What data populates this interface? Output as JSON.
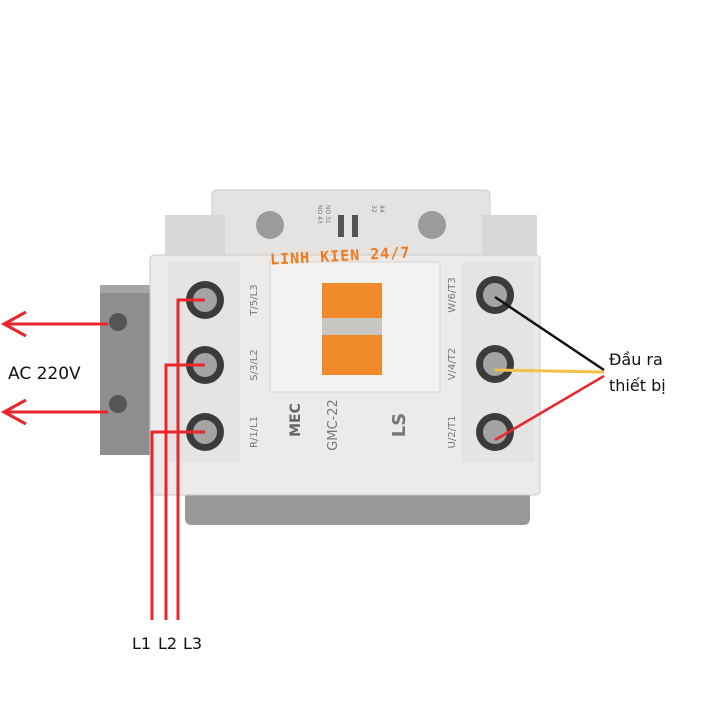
{
  "labels": {
    "ac_supply": "AC 220V",
    "output_line1": "Đầu ra",
    "output_line2": "thiết bị",
    "phases": [
      "L1",
      "L2",
      "L3"
    ]
  },
  "device": {
    "model": "GMC-22",
    "brand_marks": [
      "MEC",
      "LS"
    ],
    "top_aux_labels": [
      "NO 43",
      "NO 31",
      "32",
      "44"
    ],
    "left_terminal_labels": [
      "R/1/L1",
      "S/3/L2",
      "T/5/L3"
    ],
    "right_terminal_labels": [
      "U/2/T1",
      "V/4/T2",
      "W/6/T3"
    ]
  },
  "watermark": "LINH KIEN 24/7",
  "colors": {
    "wire_red": "#e8262b",
    "wire_black": "#111111",
    "wire_yellow": "#f5c04a",
    "indicator_orange": "#f0892a",
    "body_white": "#ecebe9",
    "rail_gray": "#8e8e90"
  }
}
